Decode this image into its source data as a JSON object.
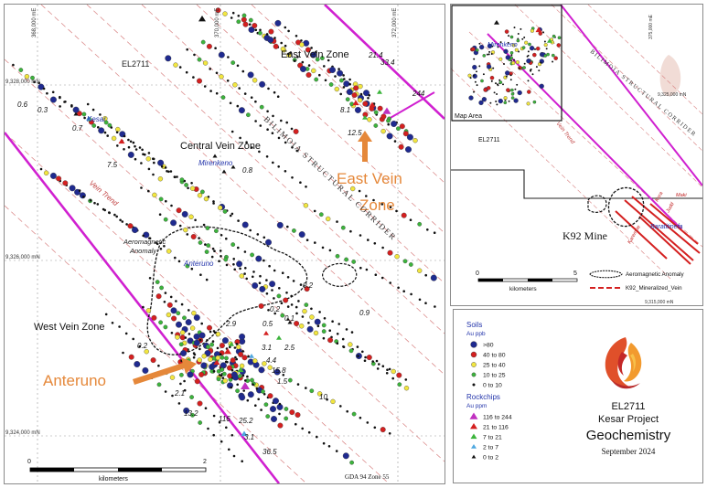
{
  "main_map": {
    "tenement": "EL2711",
    "zones": {
      "east": "East Vein Zone",
      "central": "Central Vein Zone",
      "west": "West Vein Zone"
    },
    "callouts": {
      "east": [
        "East Vein",
        "Zone"
      ],
      "west": "Anteruno"
    },
    "corridor_label": "BILIMOIA STRUCTURAL CORRIDER",
    "vein_trend": "Vein Trend",
    "aeromagnetic_label": [
      "Aeromagnetic",
      "Anomaly"
    ],
    "places": {
      "kesar": "Kesar",
      "mirenkeno": "Mirenkeno",
      "anteruno": "Anteruno"
    },
    "grid_labels": {
      "e1": "368,000 mE",
      "e2": "370,000 mE",
      "e3": "372,000 mE",
      "n1": "9,328,000 mN",
      "n2": "9,326,000 mN",
      "n3": "9,324,000 mN"
    },
    "values": {
      "v21_4": "21.4",
      "v33_4": "33.4",
      "v244": "244",
      "v8_1": "8.1",
      "v12_5": "12.5",
      "v0_6": "0.6",
      "v0_3": "0.3",
      "v0_7": "0.7",
      "v7_5": "7.5",
      "v0_8": "0.8",
      "v0_2a": "0.2",
      "v0_2b": "0.2",
      "v0_2c": "0.2",
      "v0_9": "0.9",
      "v0_5": "0.5",
      "v0_1": "0.1",
      "v2_9": "2.9",
      "v3_1a": "3.1",
      "v2_5": "2.5",
      "v4_4": "4.4",
      "v15_8": "15.8",
      "v1_5": "1.5",
      "v10": "10",
      "v2_1": "2.1",
      "v13_2": "13.2",
      "v116": "116",
      "v25_2": "25.2",
      "v3_1b": "3.1",
      "v36_5": "36.5"
    },
    "scale": {
      "zero": "0",
      "end": "2",
      "unit": "kilometers"
    },
    "datum": "GDA 94 Zone 55"
  },
  "inset_map": {
    "map_area": "Map Area",
    "tenement": "EL2711",
    "corridor_label": "BILIMOIA STRUCTURAL CORRIDER",
    "vein_trend": "Vein Trend",
    "mine": "K92 Mine",
    "places": {
      "mirenkeno": "Mirenkeno",
      "baratitinefa": "Baratitinefa",
      "karempe": "Karempe",
      "kora": "Kora",
      "maki": "Maki",
      "judd": "Judd"
    },
    "grid_labels": {
      "e1": "375,000 mE",
      "n1": "9,325,000 mN",
      "n2": "9,315,000 mN"
    },
    "scale": {
      "zero": "0",
      "end": "5",
      "unit": "kilometers"
    },
    "legend": {
      "aeromag": "Aeromagnetic Anomaly",
      "vein": "K92_Mineralized_Vein"
    }
  },
  "legend": {
    "soils_title": "Soils",
    "soils_unit": "Au ppb",
    "soils": [
      {
        "range": ">80",
        "color": "#1f2a8f"
      },
      {
        "range": "40  to  80",
        "color": "#d42020"
      },
      {
        "range": "25  to  40",
        "color": "#f2e640"
      },
      {
        "range": "10  to  25",
        "color": "#3cb43c"
      },
      {
        "range": "0  to  10",
        "color": "#111111"
      }
    ],
    "rock_title": "Rockchips",
    "rock_unit": "Au ppm",
    "rockchips": [
      {
        "range": "116  to  244",
        "color": "#c030c0"
      },
      {
        "range": "21  to  116",
        "color": "#d42020"
      },
      {
        "range": "7  to  21",
        "color": "#3cb43c"
      },
      {
        "range": "2  to  7",
        "color": "#4fa8e0"
      },
      {
        "range": "0  to  2",
        "color": "#111111"
      }
    ],
    "title_block": {
      "el": "EL2711",
      "project": "Kesar Project",
      "subject": "Geochemistry",
      "date": "September 2024"
    }
  }
}
